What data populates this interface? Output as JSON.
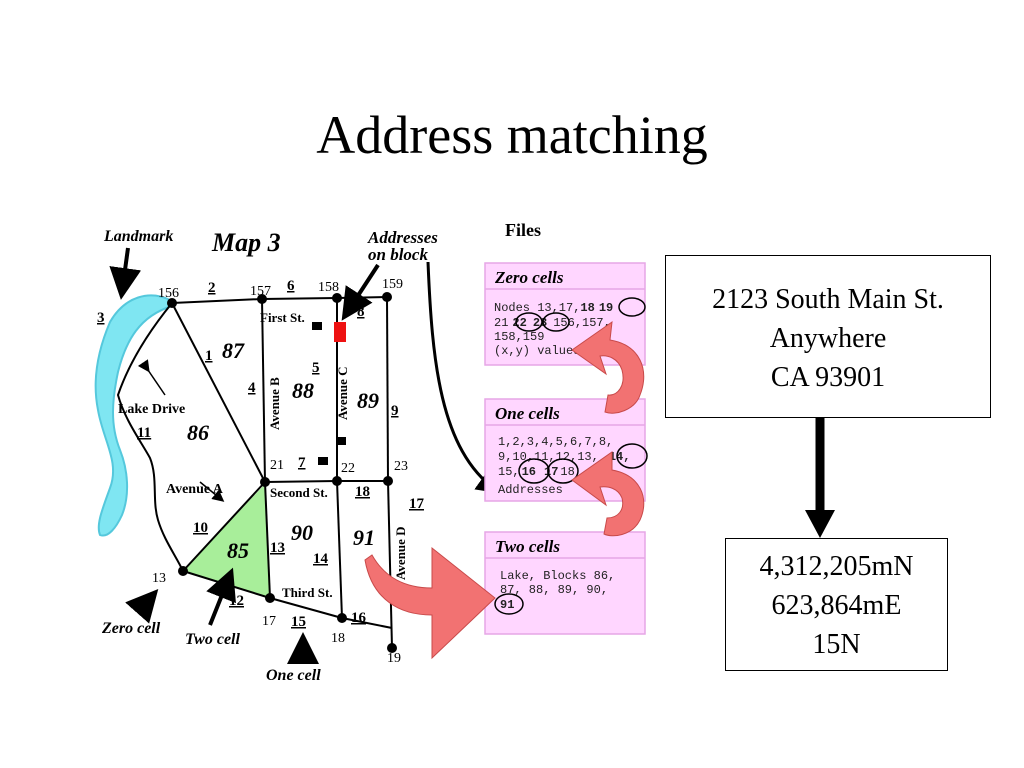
{
  "title": "Address matching",
  "map": {
    "heading": "Map 3",
    "landmark_label": "Landmark",
    "addresses_label_line1": "Addresses",
    "addresses_label_line2": "on block",
    "files_label": "Files",
    "lake_drive_label": "Lake Drive",
    "avenue_a_label": "Avenue A",
    "avenue_b_label": "Avenue B",
    "avenue_c_label": "Avenue C",
    "avenue_d_label": "Avenue D",
    "first_st_label": "First St.",
    "second_st_label": "Second St.",
    "third_st_label": "Third St.",
    "zero_cell_label": "Zero cell",
    "two_cell_label": "Two cell",
    "one_cell_label": "One cell",
    "node_labels": {
      "n156": "156",
      "n157": "157",
      "n158": "158",
      "n159": "159",
      "n21": "21",
      "n22": "22",
      "n23": "23",
      "n13": "13",
      "n17": "17",
      "n18": "18",
      "n19": "19"
    },
    "edge_labels": {
      "e1": "1",
      "e2": "2",
      "e3": "3",
      "e4": "4",
      "e5": "5",
      "e6": "6",
      "e7": "7",
      "e8": "8",
      "e9": "9",
      "e10": "10",
      "e11": "11",
      "e12": "12",
      "e13": "13",
      "e14": "14",
      "e15": "15",
      "e16": "16",
      "e17": "17",
      "e18": "18"
    },
    "block_labels": {
      "b85": "85",
      "b86": "86",
      "b87": "87",
      "b88": "88",
      "b89": "89",
      "b90": "90",
      "b91": "91"
    }
  },
  "files": {
    "zero_cells": {
      "title": "Zero cells",
      "line1_plain": "Nodes 13,17,",
      "line1_bold": "18",
      "line1_circled": "19",
      "line2_start": "21",
      "line2_circled_a": "22",
      "line2_circled_b": "23",
      "line2_end": "156,157,",
      "line3": "158,159",
      "line4": "(x,y) values"
    },
    "one_cells": {
      "title": "One cells",
      "line1": "1,2,3,4,5,6,7,8,",
      "line2": "9,10,11,12,13,",
      "line2_circled": "14,",
      "line3_start": "15,",
      "line3_circled_a": "16",
      "line3_circled_b": "17",
      "line3_end": "18",
      "line4": "Addresses"
    },
    "two_cells": {
      "title": "Two cells",
      "line1": "Lake, Blocks 86,",
      "line2": "87, 88, 89, 90,",
      "line3_circled": "91"
    }
  },
  "address_box": {
    "line1": "2123 South Main St.",
    "line2": "Anywhere",
    "line3": "CA 93901"
  },
  "coordinate_box": {
    "line1": "4,312,205mN",
    "line2": "623,864mE",
    "line3": "15N"
  },
  "colors": {
    "lake": "#7fe6f2",
    "two_cell_fill": "#a8ee9a",
    "file_panel": "#ffd6ff",
    "file_panel_border": "#e6a6e6",
    "red_arrow": "#f27272",
    "highlight_block": "#ee1111"
  }
}
